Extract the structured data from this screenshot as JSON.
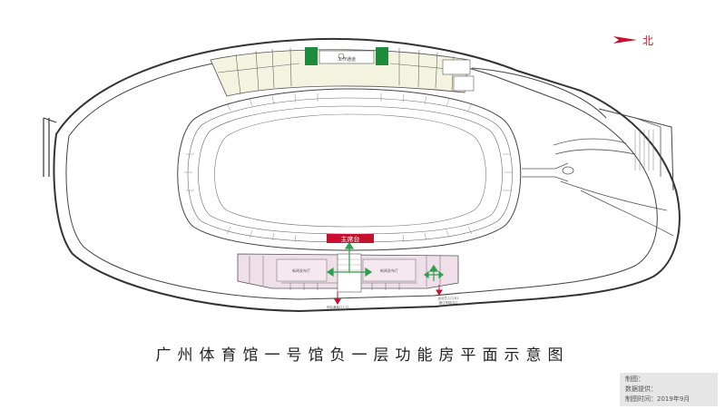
{
  "north_label": "北",
  "title": "广州体育馆一号馆负一层功能房平面示意图",
  "labels": {
    "corridor": "工作通道",
    "main_stand": "主席台",
    "room_left": "新闻发布厅",
    "room_right": "新闻发布厅",
    "lower_note_left": "安检通道口入口",
    "lower_note_right": "运动员入口 B1",
    "lower_note_right_2": "通往场馆出口"
  },
  "info": {
    "made_by": "制图：",
    "data_by": "数据提供：",
    "made_time": "制图时间：2019年9月"
  },
  "colors": {
    "accent_red": "#c8102e",
    "green_room": "#1d8a3c",
    "pink_zone": "#efdfe8",
    "yellow_zone": "#f4f3e0",
    "arrow_green": "#2e9e4f"
  }
}
